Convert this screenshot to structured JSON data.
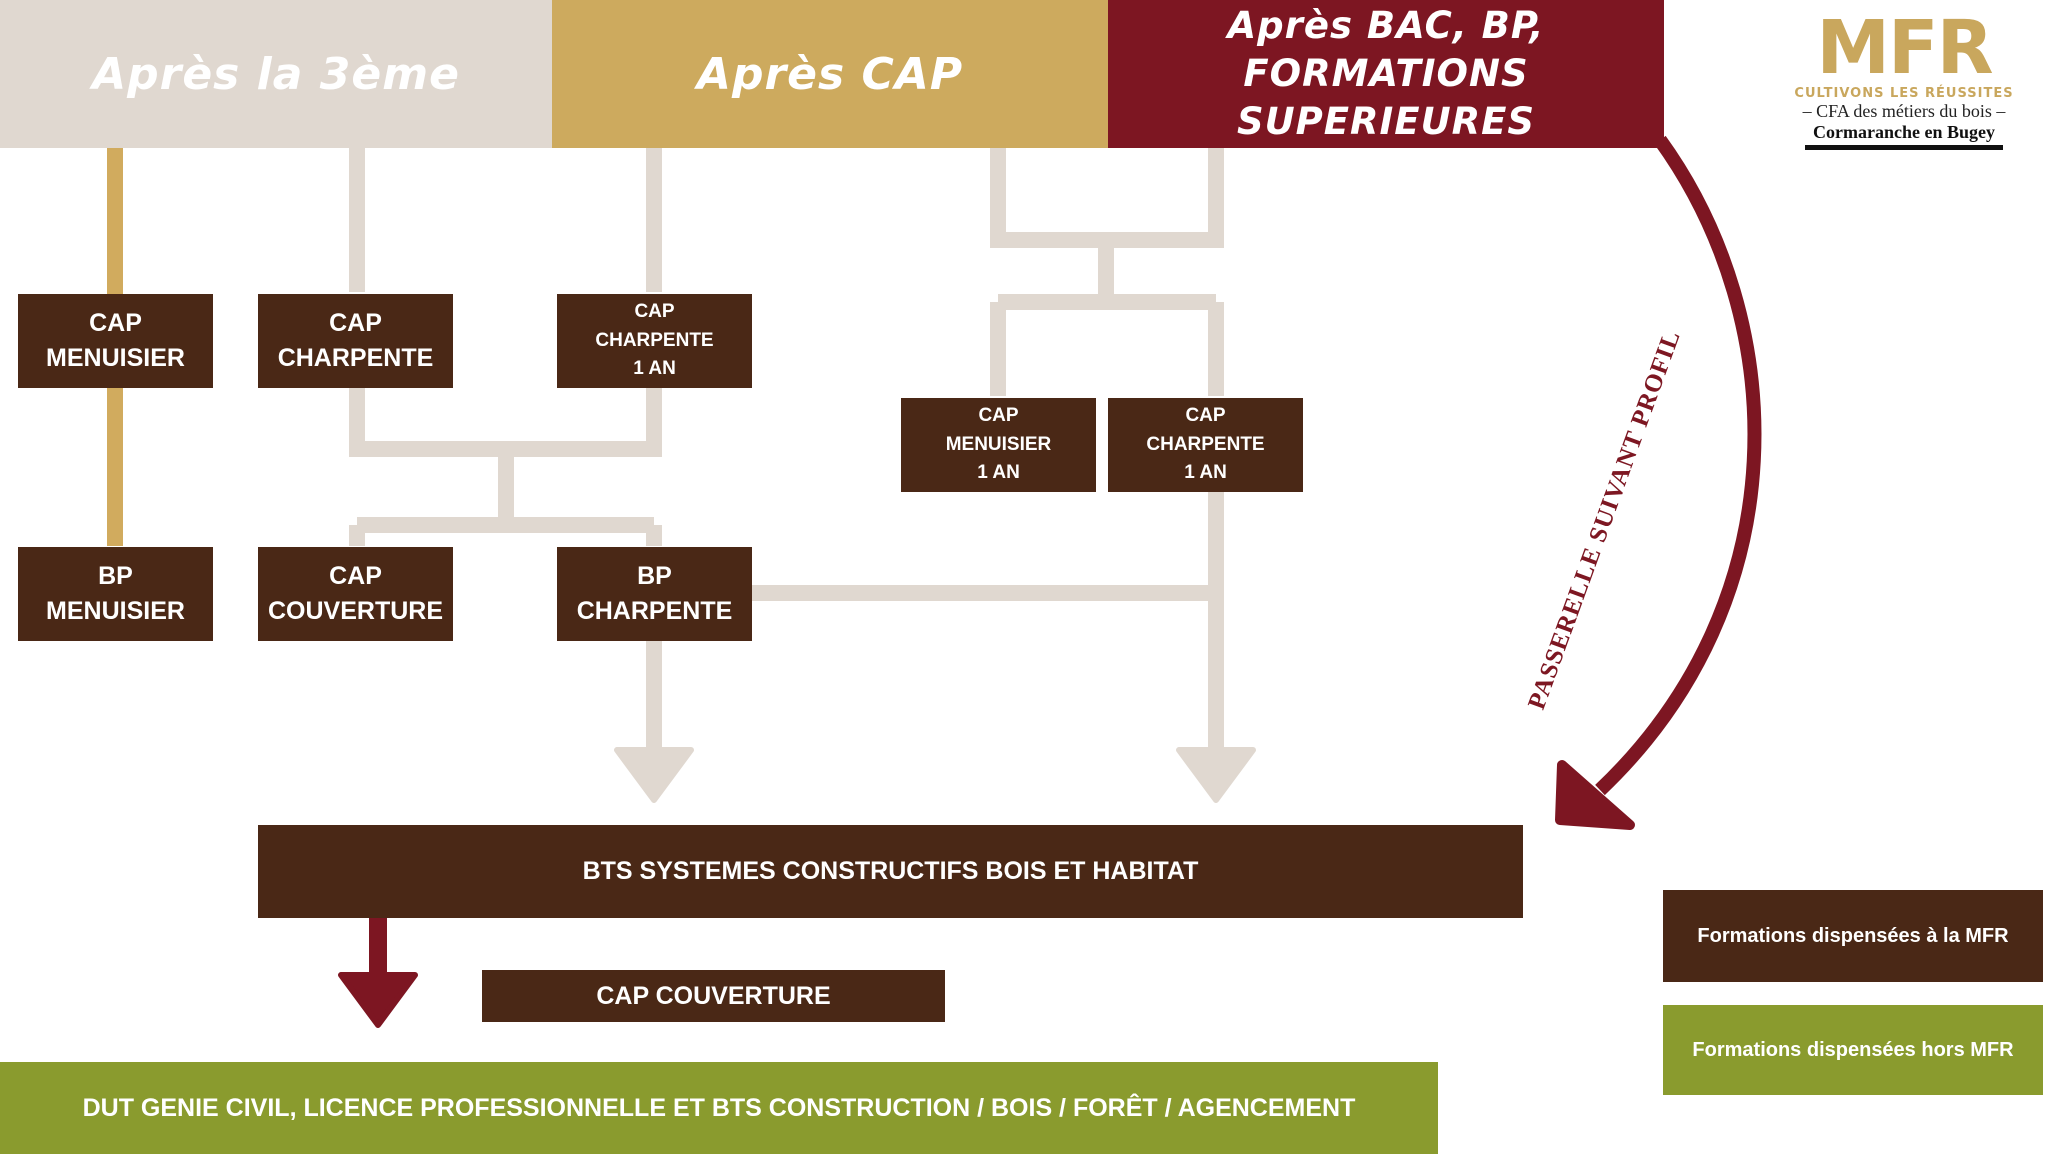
{
  "colors": {
    "header_3eme": "#e0d8d0",
    "header_cap": "#cdaa5e",
    "header_bac": "#7d1622",
    "box_mfr": "#4a2816",
    "box_outside": "#8a9b2e",
    "connector_light": "#e0d8d0",
    "connector_gold": "#d1ab5e",
    "arrow_red": "#7d1622"
  },
  "headers": {
    "apres_3eme": "Après la 3ème",
    "apres_cap": "Après CAP",
    "apres_bac_line1": "Après BAC, BP,",
    "apres_bac_line2": "FORMATIONS SUPERIEURES"
  },
  "logo": {
    "mark": "MFR",
    "tagline": "CULTIVONS LES RÉUSSITES",
    "cfa": "– CFA des métiers du bois –",
    "location": "Cormaranche en Bugey"
  },
  "boxes": {
    "cap_menuisier": [
      "CAP",
      "MENUISIER"
    ],
    "cap_charpente": [
      "CAP",
      "CHARPENTE"
    ],
    "cap_charpente_1an": [
      "CAP",
      "CHARPENTE",
      "1 AN"
    ],
    "cap_menuisier_1an_b": [
      "CAP",
      "MENUISIER",
      "1 AN"
    ],
    "cap_charpente_1an_b": [
      "CAP",
      "CHARPENTE",
      "1 AN"
    ],
    "bp_menuisier": [
      "BP",
      "MENUISIER"
    ],
    "cap_couverture": [
      "CAP",
      "COUVERTURE"
    ],
    "bp_charpente": [
      "BP",
      "CHARPENTE"
    ],
    "bts": "BTS SYSTEMES CONSTRUCTIFS BOIS ET HABITAT",
    "cap_couverture_2": "CAP COUVERTURE",
    "dut": "DUT GENIE CIVIL, LICENCE PROFESSIONNELLE ET BTS CONSTRUCTION / BOIS / FORÊT / AGENCEMENT"
  },
  "passerelle": "PASSERELLE SUIVANT PROFIL",
  "legend": {
    "inside": "Formations dispensées à la MFR",
    "outside": "Formations dispensées hors MFR"
  }
}
